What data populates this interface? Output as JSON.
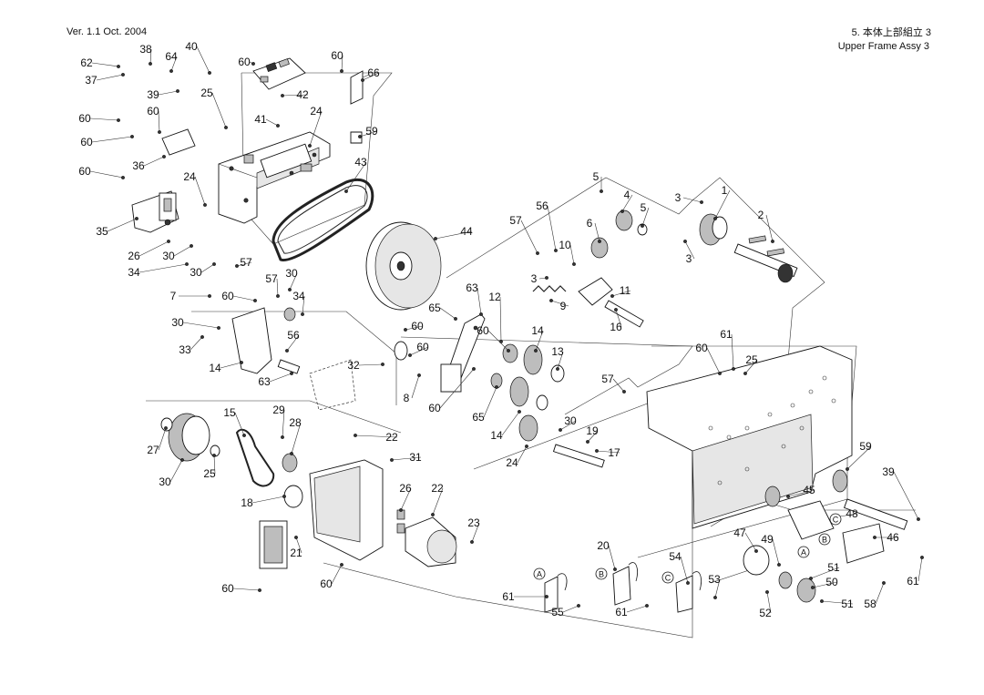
{
  "header": {
    "version": "Ver. 1.1  Oct. 2004",
    "title_ja": "5.  本体上部組立  3",
    "title_en": "Upper Frame Assy 3"
  },
  "callouts": [
    "62",
    "38",
    "64",
    "40",
    "60",
    "60",
    "66",
    "37",
    "39",
    "25",
    "42",
    "60",
    "60",
    "41",
    "24",
    "59",
    "60",
    "36",
    "60",
    "24",
    "43",
    "35",
    "26",
    "30",
    "34",
    "30",
    "57",
    "5",
    "4",
    "3",
    "1",
    "3",
    "56",
    "57",
    "6",
    "5",
    "44",
    "10",
    "2",
    "3",
    "9",
    "11",
    "7",
    "60",
    "57",
    "30",
    "34",
    "30",
    "56",
    "33",
    "60",
    "63",
    "12",
    "65",
    "60",
    "14",
    "16",
    "8",
    "60",
    "13",
    "14",
    "32",
    "63",
    "57",
    "60",
    "65",
    "14",
    "15",
    "29",
    "28",
    "27",
    "30",
    "19",
    "22",
    "25",
    "30",
    "31",
    "24",
    "17",
    "18",
    "26",
    "22",
    "23",
    "21",
    "60",
    "60",
    "20",
    "54",
    "53",
    "61",
    "55",
    "61",
    "61",
    "60",
    "25",
    "59",
    "39",
    "45",
    "48",
    "46",
    "47",
    "49",
    "51",
    "50",
    "52",
    "51",
    "58",
    "61",
    "61"
  ],
  "circled_letters": [
    "A",
    "B",
    "C",
    "A",
    "B",
    "C"
  ]
}
